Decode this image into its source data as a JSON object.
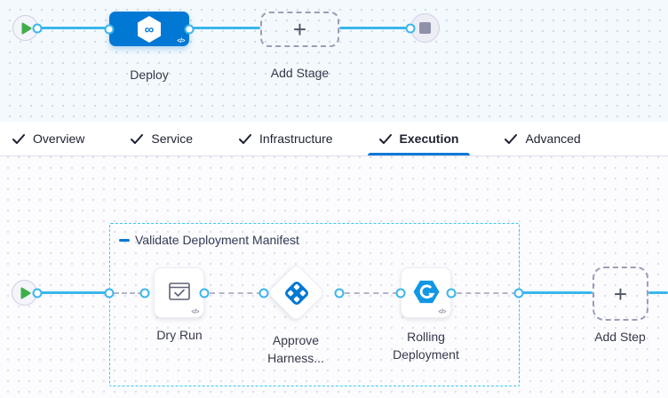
{
  "colors": {
    "accent_blue": "#0278d5",
    "connector_blue": "#3bb6ec",
    "dashed_connector_gray": "#b4b5c8",
    "group_border_cyan": "#3cc7f2",
    "canvas_top_bg": "#f3f9fc",
    "canvas_bottom_bg": "#fcfcfe",
    "play_green": "#3fae49",
    "node_blue": "#0278d5"
  },
  "top_pipeline": {
    "stage_label": "Deploy",
    "add_stage_label": "Add Stage"
  },
  "tabs": [
    {
      "label": "Overview",
      "active": false
    },
    {
      "label": "Service",
      "active": false
    },
    {
      "label": "Infrastructure",
      "active": false
    },
    {
      "label": "Execution",
      "active": true
    },
    {
      "label": "Advanced",
      "active": false
    }
  ],
  "execution_canvas": {
    "group_label": "Validate Deployment Manifest",
    "steps": [
      {
        "label": "Dry Run"
      },
      {
        "label": "Approve Harness..."
      },
      {
        "label": "Rolling Deployment"
      }
    ],
    "add_step_label": "Add Step"
  },
  "icons": {
    "plus": "+",
    "code": "</>",
    "infinity": "∞"
  }
}
